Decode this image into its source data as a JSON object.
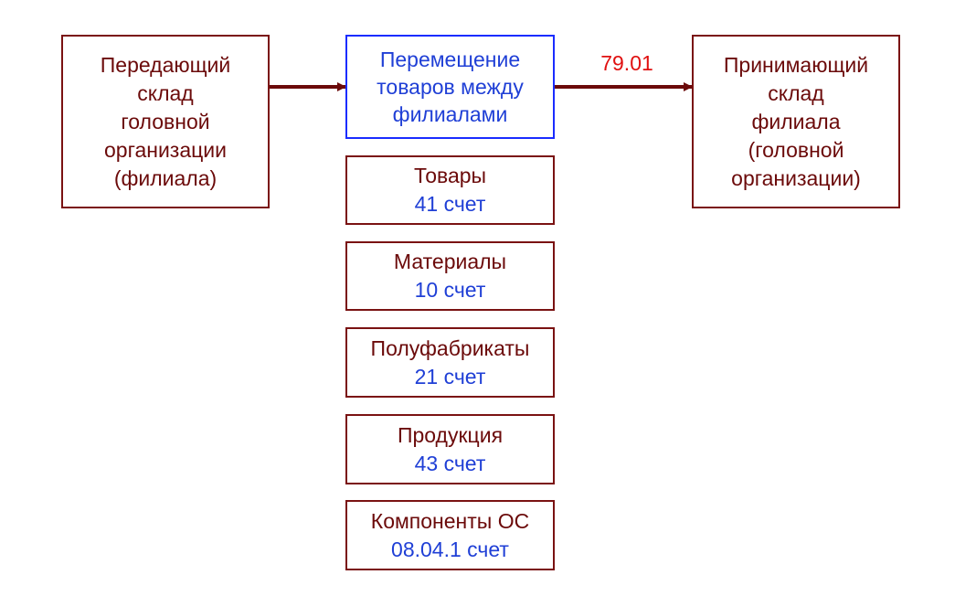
{
  "source": {
    "lines": [
      "Передающий",
      "склад",
      "головной",
      "организации",
      "(филиала)"
    ]
  },
  "process": {
    "lines": [
      "Перемещение",
      "товаров между",
      "филиалами"
    ]
  },
  "target": {
    "lines": [
      "Принимающий",
      "склад",
      "филиала",
      "(головной",
      "организации)"
    ]
  },
  "arrow_label": "79.01",
  "items": [
    {
      "name": "Товары",
      "account": "41 счет"
    },
    {
      "name": "Материалы",
      "account": "10 счет"
    },
    {
      "name": "Полуфабрикаты",
      "account": "21 счет"
    },
    {
      "name": "Продукция",
      "account": "43 счет"
    },
    {
      "name": "Компоненты ОС",
      "account": "08.04.1 счет"
    }
  ],
  "colors": {
    "box": "#7a1212",
    "blue": "#1f3fd6",
    "label": "#e01010"
  }
}
